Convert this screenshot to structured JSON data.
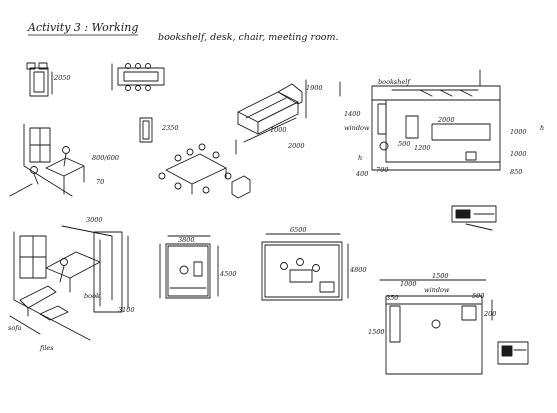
{
  "header": {
    "title": "Activity 3 : Working",
    "subtitle": "bookshelf, desk, chair, meeting room."
  },
  "dims": {
    "a1": "2050",
    "a2": "2350",
    "a3": "1900",
    "a4": "1000",
    "a5": "2000",
    "a6": "800/600",
    "a7": "70",
    "b1": "3000",
    "b2": "3100",
    "c1": "3800",
    "c2": "4500",
    "d1": "6500",
    "d2": "4800",
    "e1": "1400",
    "e2": "2000",
    "e3": "1000",
    "e4": "1000",
    "e5": "850",
    "e6": "500",
    "e7": "1200",
    "e8": "400",
    "e9": "700",
    "f1": "1000",
    "f2": "1500",
    "f3": "350",
    "f4": "500",
    "f5": "200",
    "f6": "1500"
  },
  "labels": {
    "book": "book",
    "sofa": "sofa",
    "files": "files",
    "bookshelf": "bookshelf",
    "window1": "window",
    "window2": "window",
    "h1": "h",
    "h2": "h"
  }
}
